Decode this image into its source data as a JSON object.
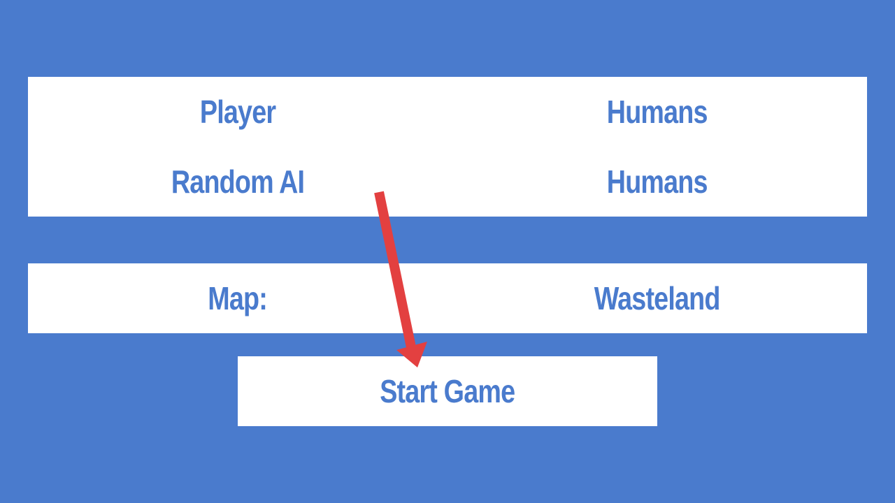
{
  "players": [
    {
      "name": "Player",
      "faction": "Humans"
    },
    {
      "name": "Random AI",
      "faction": "Humans"
    }
  ],
  "map": {
    "label": "Map:",
    "value": "Wasteland"
  },
  "start_button": {
    "label": "Start Game"
  },
  "colors": {
    "background": "#4a7bcd",
    "panel": "#ffffff",
    "text": "#4a7bcd",
    "annotation_arrow": "#e34040"
  }
}
